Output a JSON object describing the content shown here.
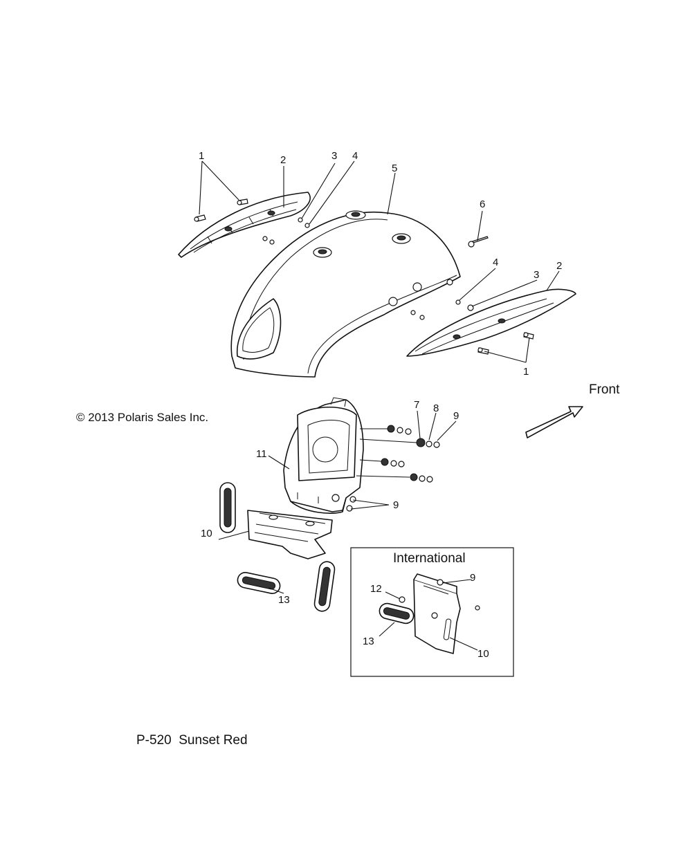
{
  "copyright": "© 2013 Polaris Sales Inc.",
  "direction_label": "Front",
  "inset_title": "International",
  "footer": "P-520  Sunset Red",
  "callouts": [
    "1",
    "2",
    "3",
    "4",
    "5",
    "6",
    "4",
    "3",
    "2",
    "1",
    "7",
    "8",
    "9",
    "11",
    "9",
    "10",
    "13",
    "9",
    "12",
    "13",
    "10"
  ]
}
